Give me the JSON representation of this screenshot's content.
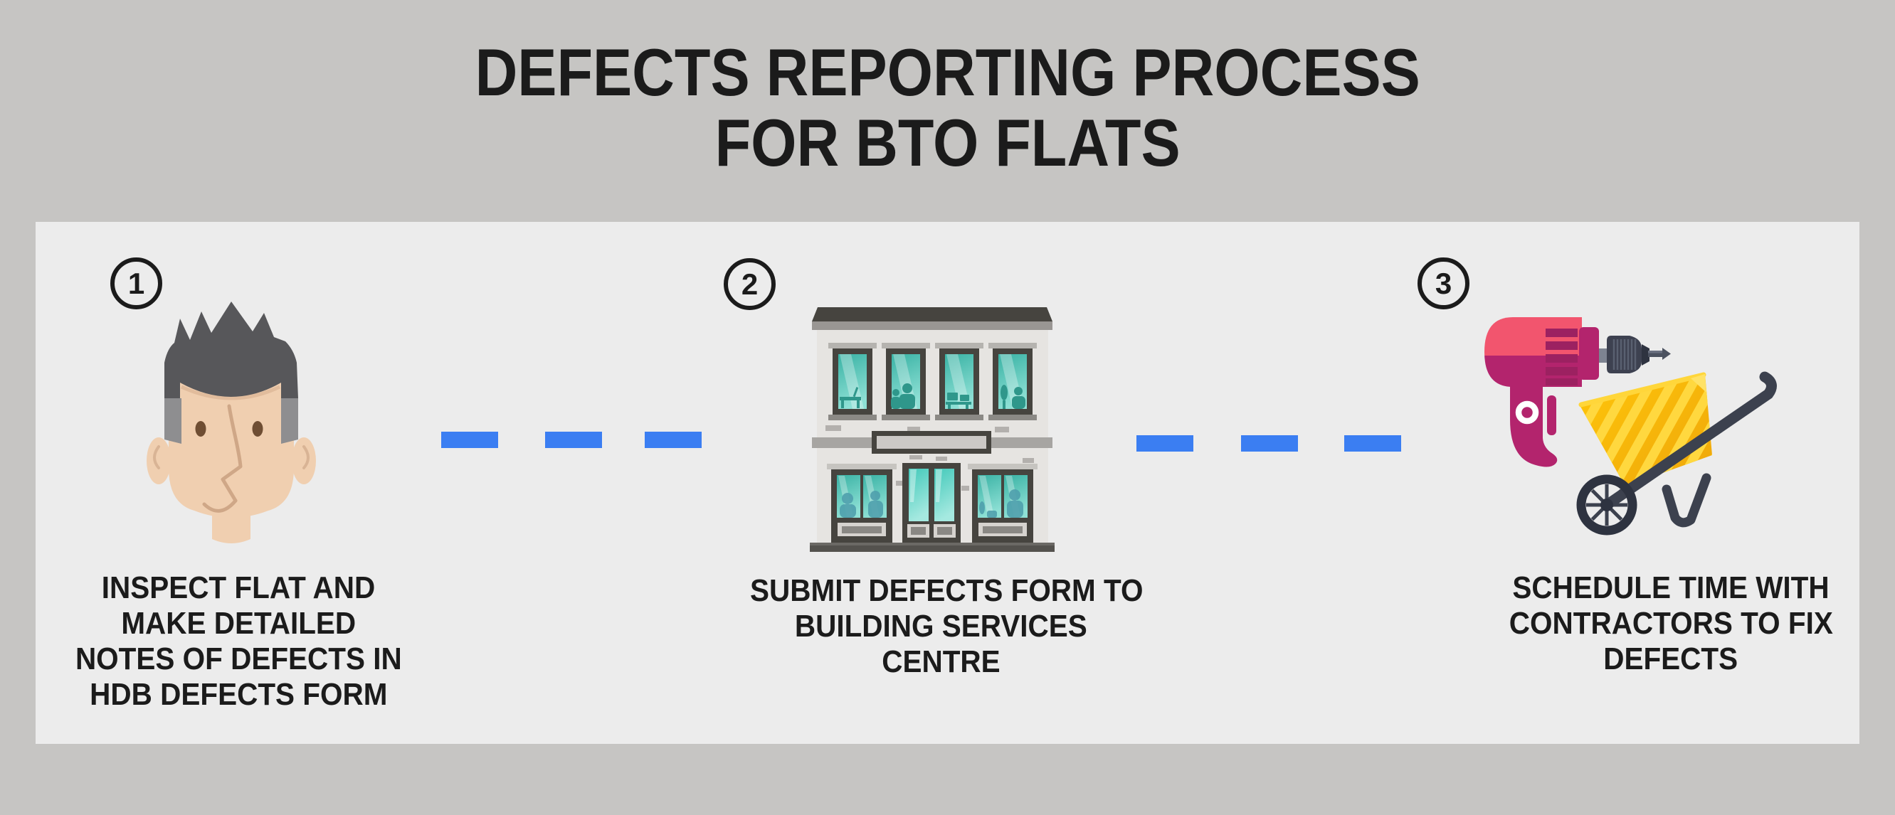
{
  "title": {
    "line1": "DEFECTS REPORTING PROCESS",
    "line2": "FOR BTO FLATS"
  },
  "steps": [
    {
      "number": "1",
      "icon": "man-face-icon",
      "caption_lines": [
        "INSPECT FLAT AND",
        "MAKE DETAILED",
        "NOTES OF DEFECTS IN",
        "HDB DEFECTS FORM"
      ]
    },
    {
      "number": "2",
      "icon": "building-icon",
      "caption_lines": [
        "SUBMIT DEFECTS FORM TO",
        "BUILDING SERVICES",
        "CENTRE"
      ]
    },
    {
      "number": "3",
      "icon": "drill-and-wheelbarrow-icon",
      "caption_lines": [
        "SCHEDULE TIME WITH",
        "CONTRACTORS TO FIX",
        "DEFECTS"
      ]
    }
  ],
  "connectors": {
    "style": "dashed",
    "dashes_between_steps": 3
  },
  "colors": {
    "background": "#c6c5c3",
    "panel": "#ececec",
    "text": "#1b1b1b",
    "dash_blue": "#3b7ef2",
    "drill_pink": "#f2556e",
    "drill_magenta": "#b3246d",
    "wheelbarrow_yellow": "#f7b50a",
    "glass_teal": "#4cc4b5",
    "hair_gray": "#57575a",
    "skin_tan": "#f0cfb0"
  }
}
